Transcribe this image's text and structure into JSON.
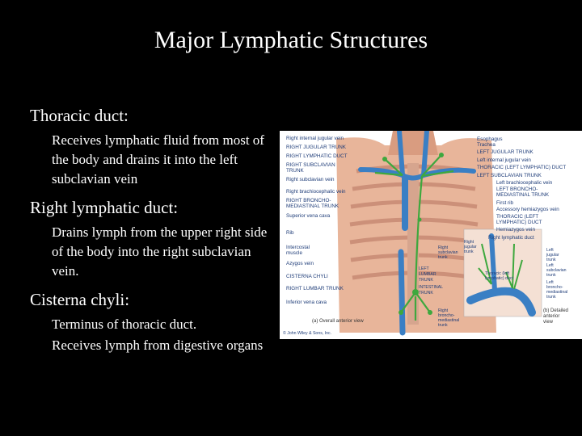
{
  "slide": {
    "title": "Major Lymphatic Structures"
  },
  "sections": [
    {
      "heading": "Thoracic duct:",
      "lines": [
        "Receives lymphatic fluid from most of the body and drains it into the left subclavian vein"
      ]
    },
    {
      "heading": "Right lymphatic duct:",
      "lines": [
        "Drains lymph from the upper right side of the body into the right subclavian vein."
      ]
    },
    {
      "heading": "Cisterna chyli:",
      "lines": [
        "Terminus of thoracic duct.",
        "Receives lymph from digestive organs"
      ]
    }
  ],
  "figure": {
    "left_labels": [
      "Right internal jugular vein",
      "RIGHT JUGULAR TRUNK",
      "RIGHT LYMPHATIC DUCT",
      "RIGHT SUBCLAVIAN",
      "TRUNK",
      "Right subclavian vein",
      "Right brachiocephalic vein",
      "RIGHT BRONCHO-",
      "MEDIASTINAL TRUNK",
      "Superior vena cava",
      "Rib",
      "Intercostal",
      "muscle",
      "Azygos vein",
      "CISTERNA CHYLI",
      "RIGHT LUMBAR TRUNK",
      "Inferior vena cava"
    ],
    "right_labels": [
      "Esophagus",
      "Trachea",
      "LEFT JUGULAR TRUNK",
      "Left internal jugular vein",
      "THORACIC (LEFT LYMPHATIC) DUCT",
      "LEFT SUBCLAVIAN TRUNK",
      "Left brachiocephalic vein",
      "LEFT BRONCHO-",
      "MEDIASTINAL TRUNK",
      "First rib",
      "Accessory hemiazygos vein",
      "THORACIC (LEFT",
      "LYMPHATIC) DUCT",
      "Hemiazygos vein",
      "Right lymphatic duct"
    ],
    "inner_labels": [
      "LEFT",
      "LUMBAR",
      "TRUNK",
      "INTESTINAL",
      "TRUNK"
    ],
    "detail_labels": [
      "Right",
      "jugular",
      "trunk",
      "Right",
      "subclavian",
      "trunk",
      "Right",
      "broncho-",
      "mediastinal",
      "trunk",
      "Left",
      "jugular",
      "trunk",
      "Left",
      "subclavian",
      "trunk",
      "Left",
      "broncho-",
      "mediastinal",
      "trunk",
      "Thoracic (left",
      "lymphatic) duct"
    ],
    "caption_a": "(a) Overall anterior view",
    "caption_b": [
      "(b) Detailed",
      "anterior",
      "view"
    ],
    "copyright": "© John Wiley & Sons, Inc."
  },
  "colors": {
    "background": "#000000",
    "text": "#ffffff",
    "vein": "#3a7fc4",
    "lymph": "#3ea83e",
    "skin": "#e8b59a",
    "label": "#1e3c78"
  }
}
